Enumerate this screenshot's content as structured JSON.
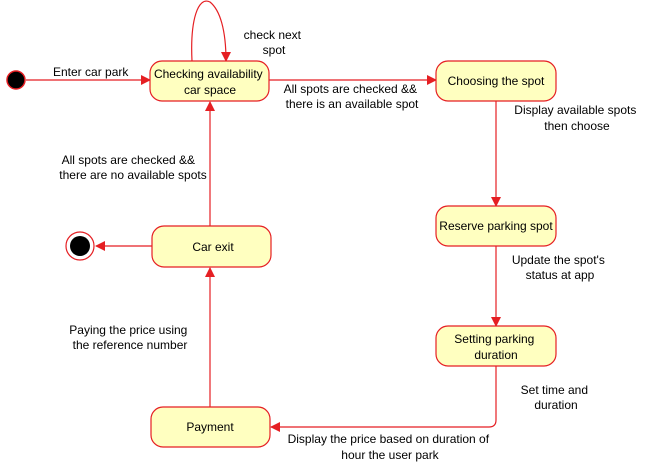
{
  "colors": {
    "stroke": "#E51F23",
    "state_fill": "#FFFFC0",
    "initial_fill": "#000000",
    "text": "#000000"
  },
  "states": {
    "checking": [
      "Checking availability",
      "car space"
    ],
    "choosing": [
      "Choosing the spot"
    ],
    "reserve": [
      "Reserve parking spot"
    ],
    "setting": [
      "Setting parking",
      "duration"
    ],
    "payment": [
      "Payment"
    ],
    "car_exit": [
      "Car exit"
    ]
  },
  "transitions": {
    "enter": [
      "Enter car park"
    ],
    "self_loop": [
      "check next",
      "spot"
    ],
    "checked_available": [
      "All spots are checked &&",
      "there is an available spot"
    ],
    "display_spots": [
      "Display available spots",
      "then choose"
    ],
    "update_status": [
      "Update the spot's",
      "status at app"
    ],
    "set_time": [
      "Set time and",
      "duration"
    ],
    "display_price": [
      "Display the price based on duration of",
      "hour the user park"
    ],
    "paying": [
      "Paying the price using",
      "the reference number"
    ],
    "no_spots": [
      "All spots are checked &&",
      "there are no available spots"
    ]
  }
}
